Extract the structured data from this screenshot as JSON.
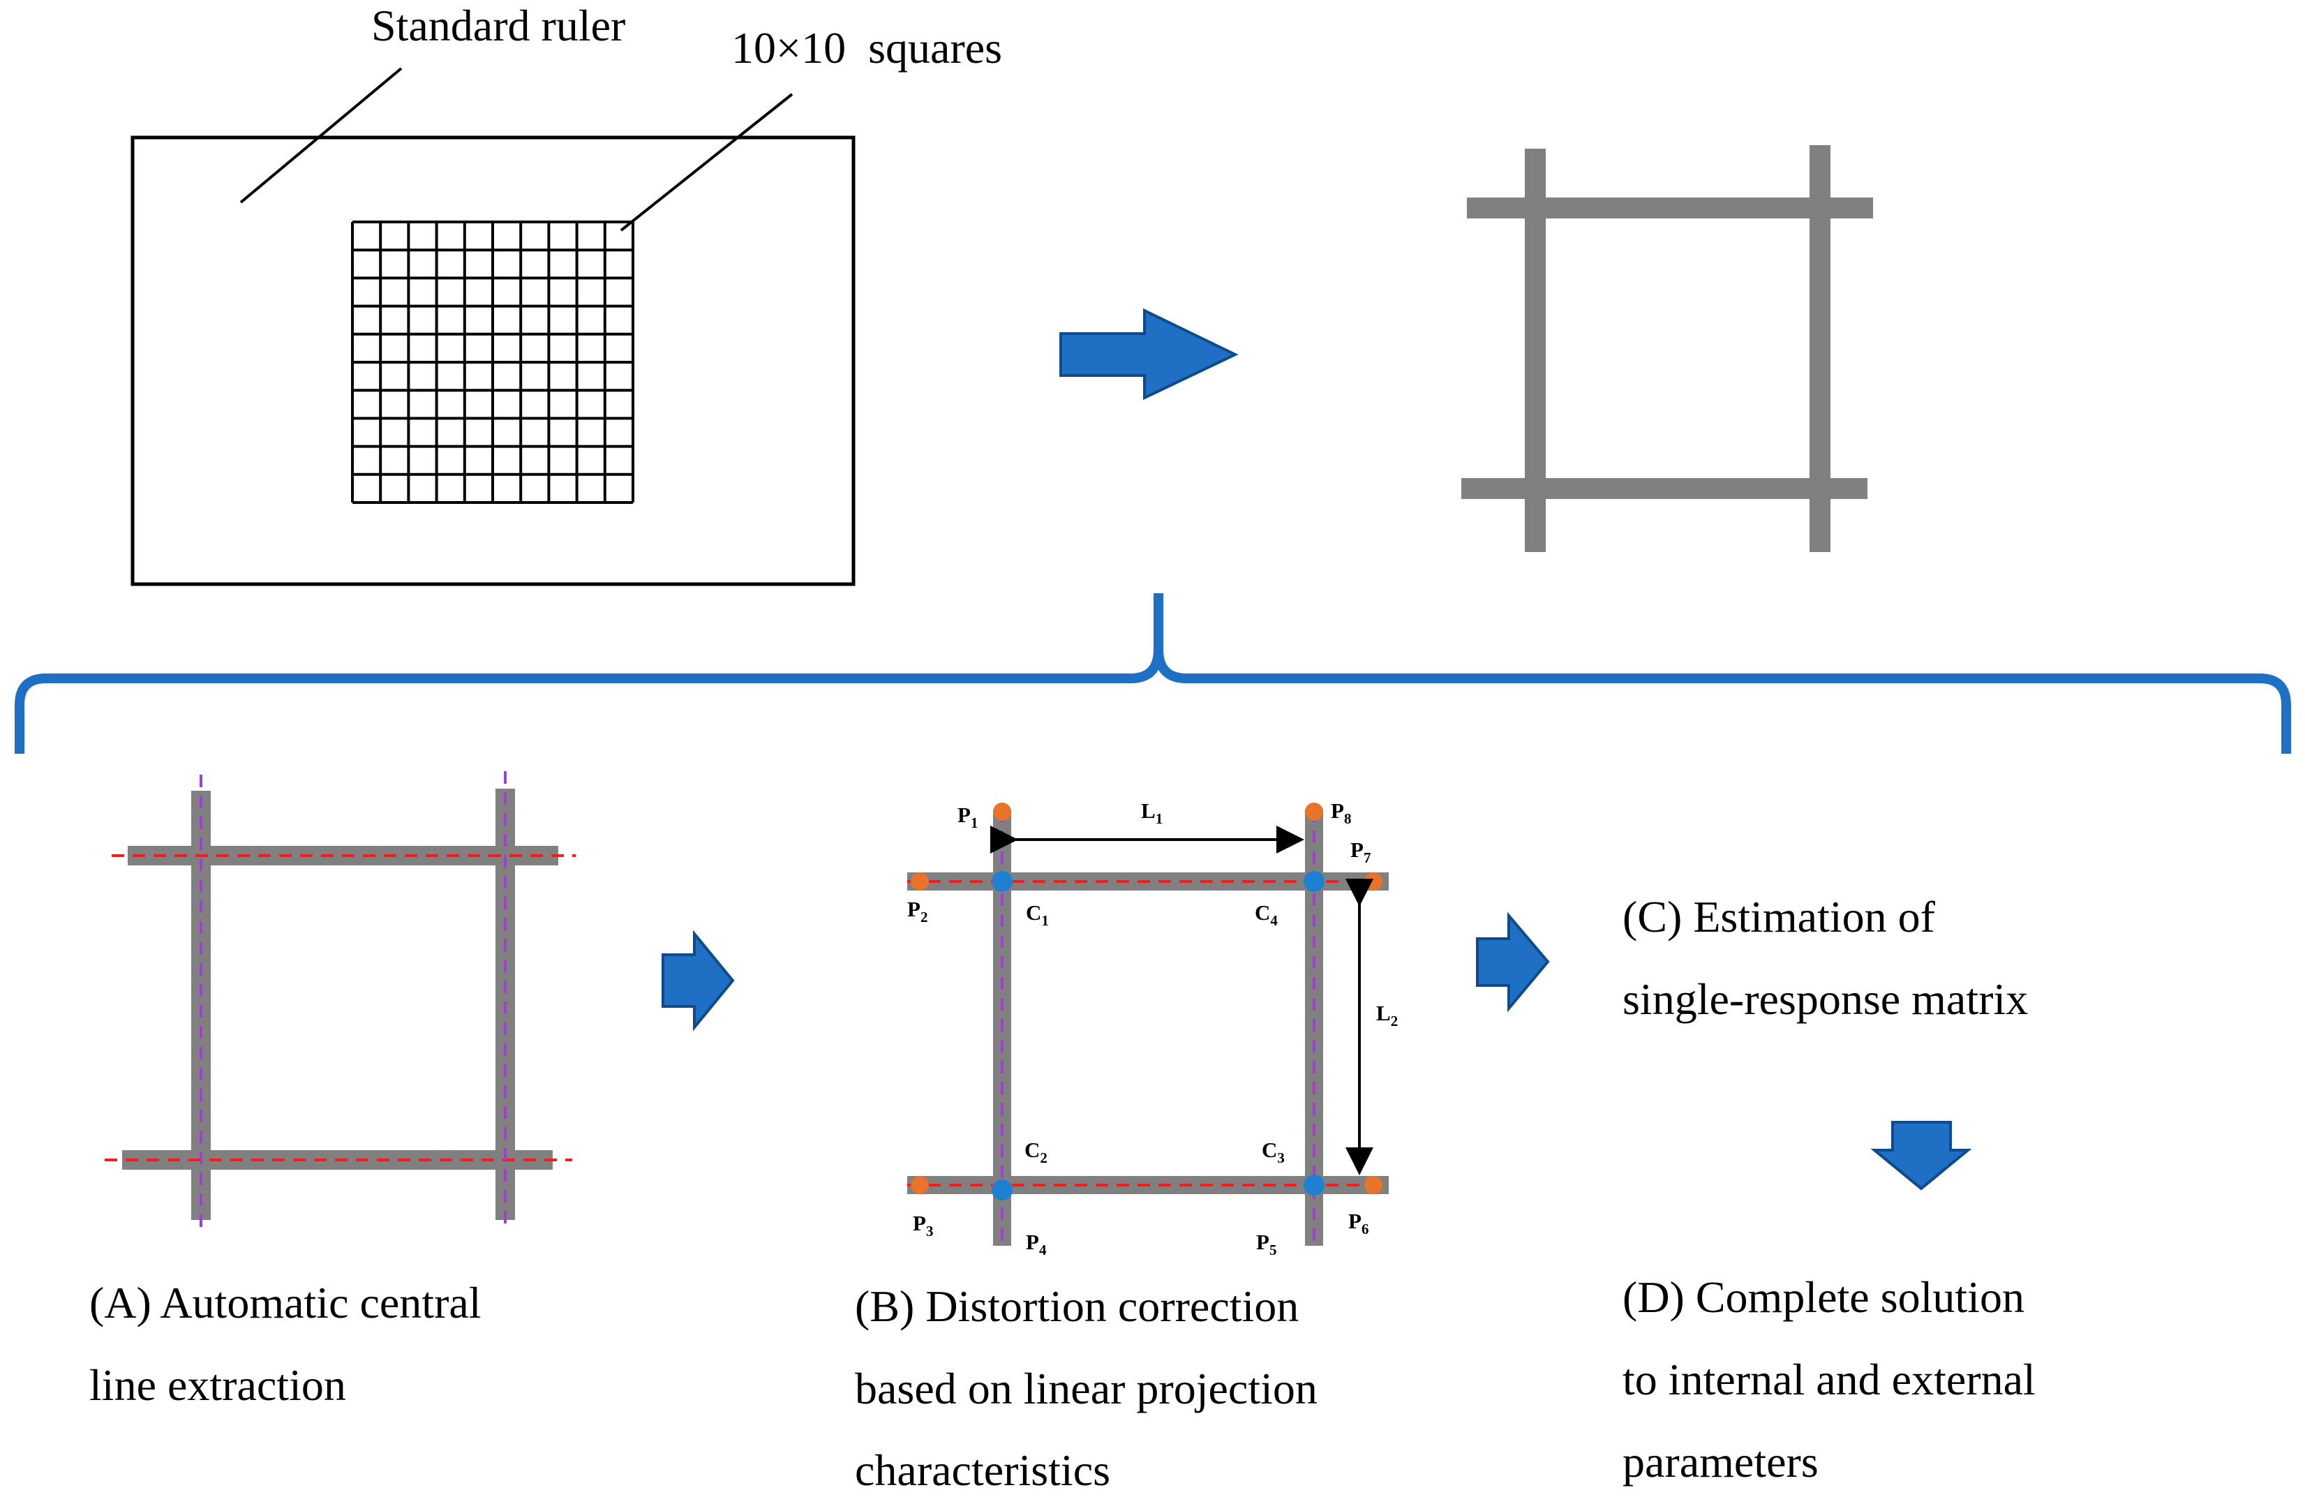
{
  "top": {
    "ruler_label": "Standard ruler",
    "squares_label": "10×10  squares"
  },
  "panel_a": {
    "caption_line1": "(A) Automatic central",
    "caption_line2": "line extraction"
  },
  "panel_b": {
    "caption_line1": "(B) Distortion correction",
    "caption_line2": "based on linear projection",
    "caption_line3": "characteristics",
    "points": [
      {
        "base": "P",
        "sub": "1"
      },
      {
        "base": "P",
        "sub": "2"
      },
      {
        "base": "P",
        "sub": "3"
      },
      {
        "base": "P",
        "sub": "4"
      },
      {
        "base": "P",
        "sub": "5"
      },
      {
        "base": "P",
        "sub": "6"
      },
      {
        "base": "P",
        "sub": "7"
      },
      {
        "base": "P",
        "sub": "8"
      }
    ],
    "corners": [
      {
        "base": "C",
        "sub": "1"
      },
      {
        "base": "C",
        "sub": "2"
      },
      {
        "base": "C",
        "sub": "3"
      },
      {
        "base": "C",
        "sub": "4"
      }
    ],
    "lengths": [
      {
        "base": "L",
        "sub": "1"
      },
      {
        "base": "L",
        "sub": "2"
      }
    ]
  },
  "panel_c": {
    "caption_line1": "(C) Estimation of",
    "caption_line2": "single-response matrix"
  },
  "panel_d": {
    "caption_line1": "(D) Complete solution",
    "caption_line2": "to internal and external",
    "caption_line3": "parameters"
  },
  "colors": {
    "arrow_fill": "#1f6fc4",
    "arrow_stroke": "#0f4a8a",
    "brace": "#1f6fc4",
    "bar_gray": "#808080",
    "dash_red": "#ff1a1a",
    "dash_purple": "#a040d0",
    "endpoint_orange": "#e8732a",
    "corner_blue": "#1f7fd0"
  }
}
